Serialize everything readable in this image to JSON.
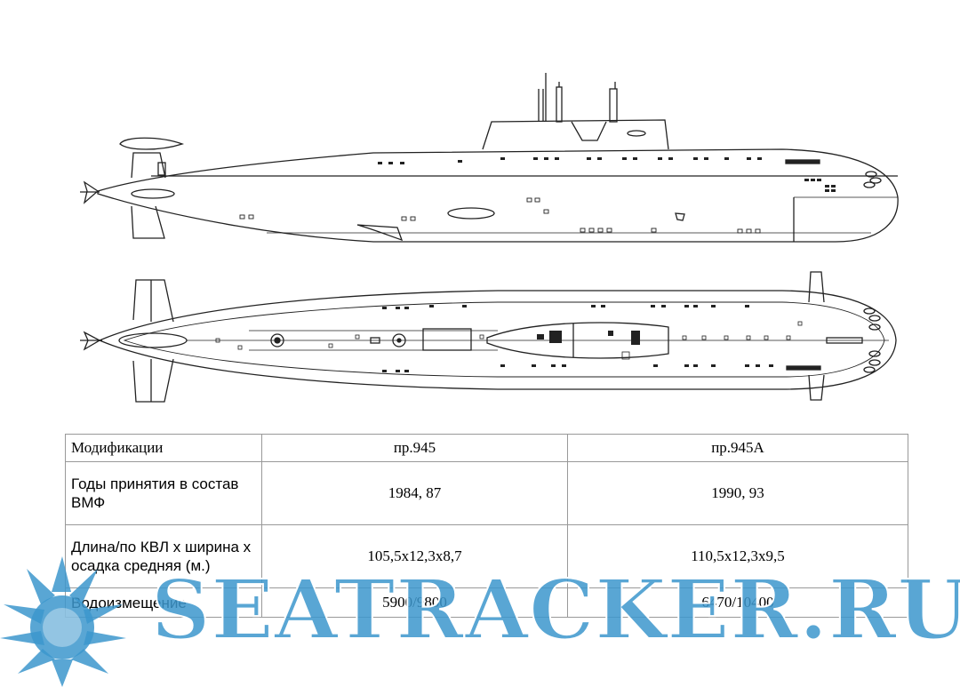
{
  "watermark": {
    "text": "SEATRACKER.RU",
    "color": "#3c96cd"
  },
  "drawing": {
    "icon": "submarine-blueprint"
  },
  "table": {
    "header": [
      "Модификации",
      "пр.945",
      "пр.945А"
    ],
    "rows": [
      {
        "label": "Годы принятия в состав ВМФ",
        "values": [
          "1984, 87",
          "1990, 93"
        ]
      },
      {
        "label": "Длина/по КВЛ х ширина х осадка средняя (м.)",
        "values": [
          "105,5x12,3x8,7",
          "110,5x12,3x9,5"
        ]
      },
      {
        "label": "Водоизмещение",
        "values": [
          "5900/9800",
          "6470/10400"
        ]
      }
    ]
  }
}
